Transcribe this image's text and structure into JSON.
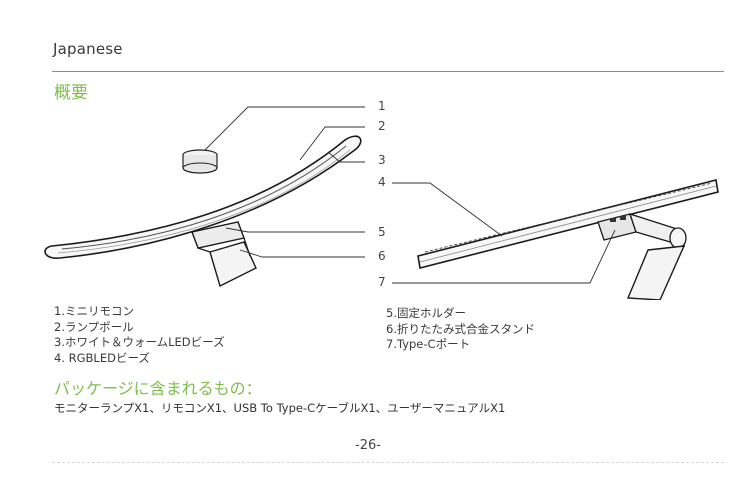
{
  "header": {
    "language": "Japanese"
  },
  "section_title": "概要",
  "callouts": [
    "1",
    "2",
    "3",
    "4",
    "5",
    "6",
    "7"
  ],
  "parts_left": [
    "1.ミニリモコン",
    "2.ランプポール",
    "3.ホワイト＆ウォームLEDビーズ",
    "4. RGBLEDビーズ"
  ],
  "parts_right": [
    "5.固定ホルダー",
    "6.折りたたみ式合金スタンド",
    "7.Type-Cポート"
  ],
  "package": {
    "title": "パッケージに含まれるもの：",
    "contents": "モニターランプX1、リモコンX1、USB To Type-CケーブルX1、ユーザーマニュアルX1"
  },
  "page_number": "-26-"
}
